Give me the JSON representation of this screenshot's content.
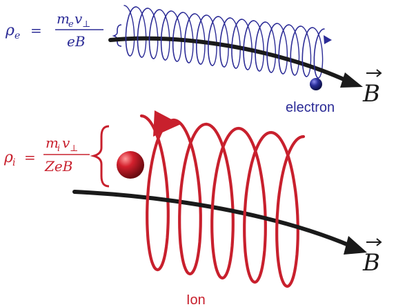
{
  "colors": {
    "electron": "#2b2b96",
    "ion": "#c8202d",
    "field": "#1a1a1a",
    "electron_particle": "#1b1f7a",
    "ion_particle": "#b01823"
  },
  "electron_formula": {
    "lhs": "ρ",
    "sub": "e",
    "eq": "=",
    "num_m": "m",
    "num_m_sub": "e",
    "num_v": "v",
    "num_v_sub": "⊥",
    "den": "eB"
  },
  "ion_formula": {
    "lhs": "ρ",
    "sub": "i",
    "eq": "=",
    "num_m": "m",
    "num_m_sub": "i",
    "num_v": "v",
    "num_v_sub": "⊥",
    "den": "ZeB"
  },
  "labels": {
    "electron": "electron",
    "ion": "Ion",
    "field_symbol": "B"
  },
  "icons": {
    "field_arrow": "curved-arrow",
    "electron_helix": "helix",
    "ion_helix": "helix",
    "particle": "sphere"
  }
}
